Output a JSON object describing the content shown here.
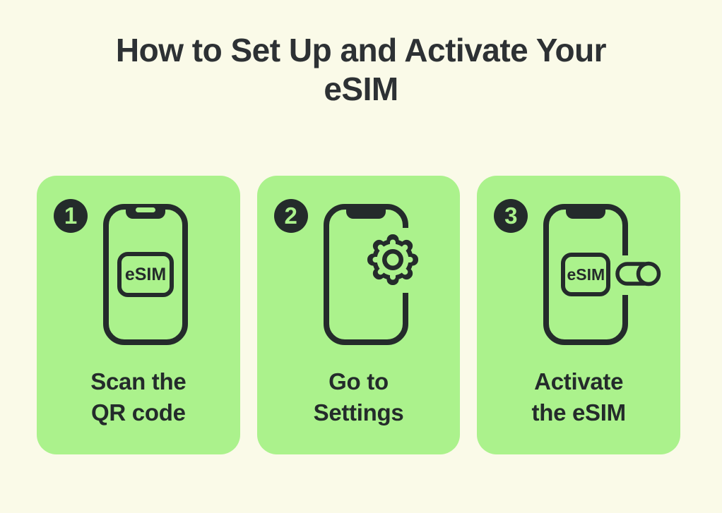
{
  "colors": {
    "background": "#fafae8",
    "card_green": "#abf28c",
    "ink": "#242b2b",
    "title_ink": "#2d3134"
  },
  "title": "How to Set Up and Activate Your eSIM",
  "steps": [
    {
      "number": "1",
      "icon": "smartphone-esim-icon",
      "esim_label": "eSIM",
      "caption_line1": "Scan the",
      "caption_line2": "QR code"
    },
    {
      "number": "2",
      "icon": "smartphone-gear-icon",
      "caption_line1": "Go to",
      "caption_line2": "Settings"
    },
    {
      "number": "3",
      "icon": "smartphone-esim-toggle-icon",
      "esim_label": "eSIM",
      "toggle_state": "on",
      "caption_line1": "Activate",
      "caption_line2": "the eSIM"
    }
  ]
}
